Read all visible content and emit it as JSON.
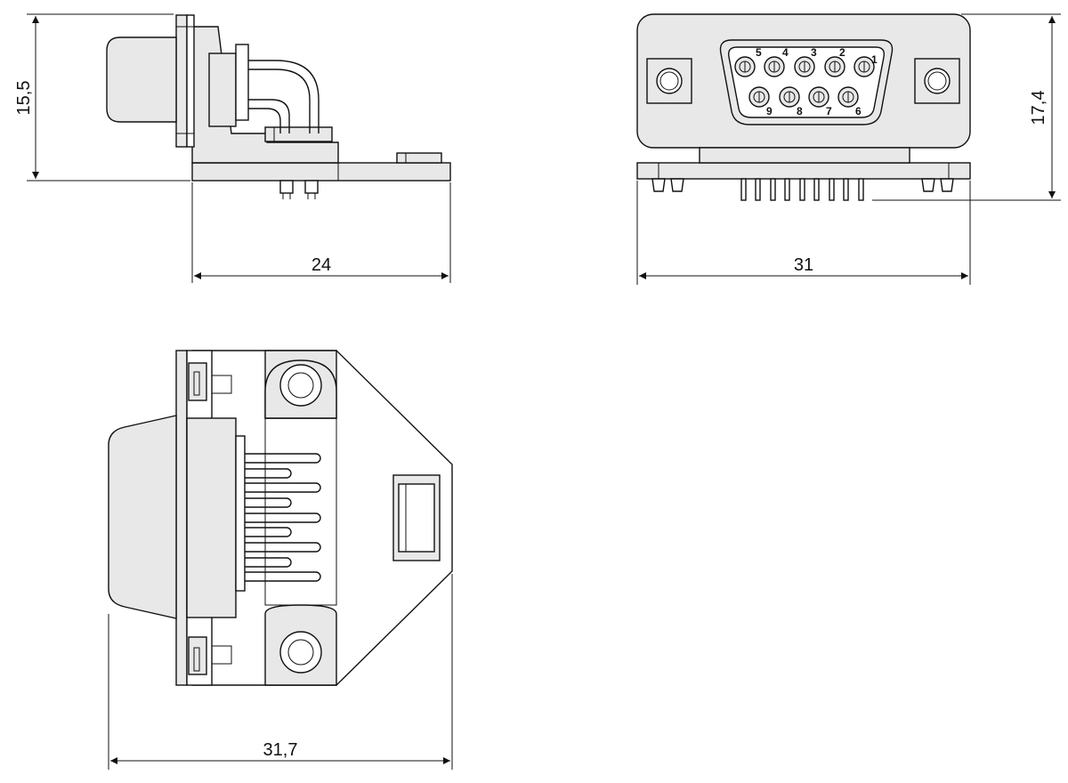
{
  "dimensions": {
    "side_height": "15,5",
    "side_width": "24",
    "front_height": "17,4",
    "front_width": "31",
    "top_width": "31,7"
  },
  "pins": {
    "row1": [
      "5",
      "4",
      "3",
      "2",
      "1"
    ],
    "row2": [
      "9",
      "8",
      "7",
      "6"
    ]
  }
}
